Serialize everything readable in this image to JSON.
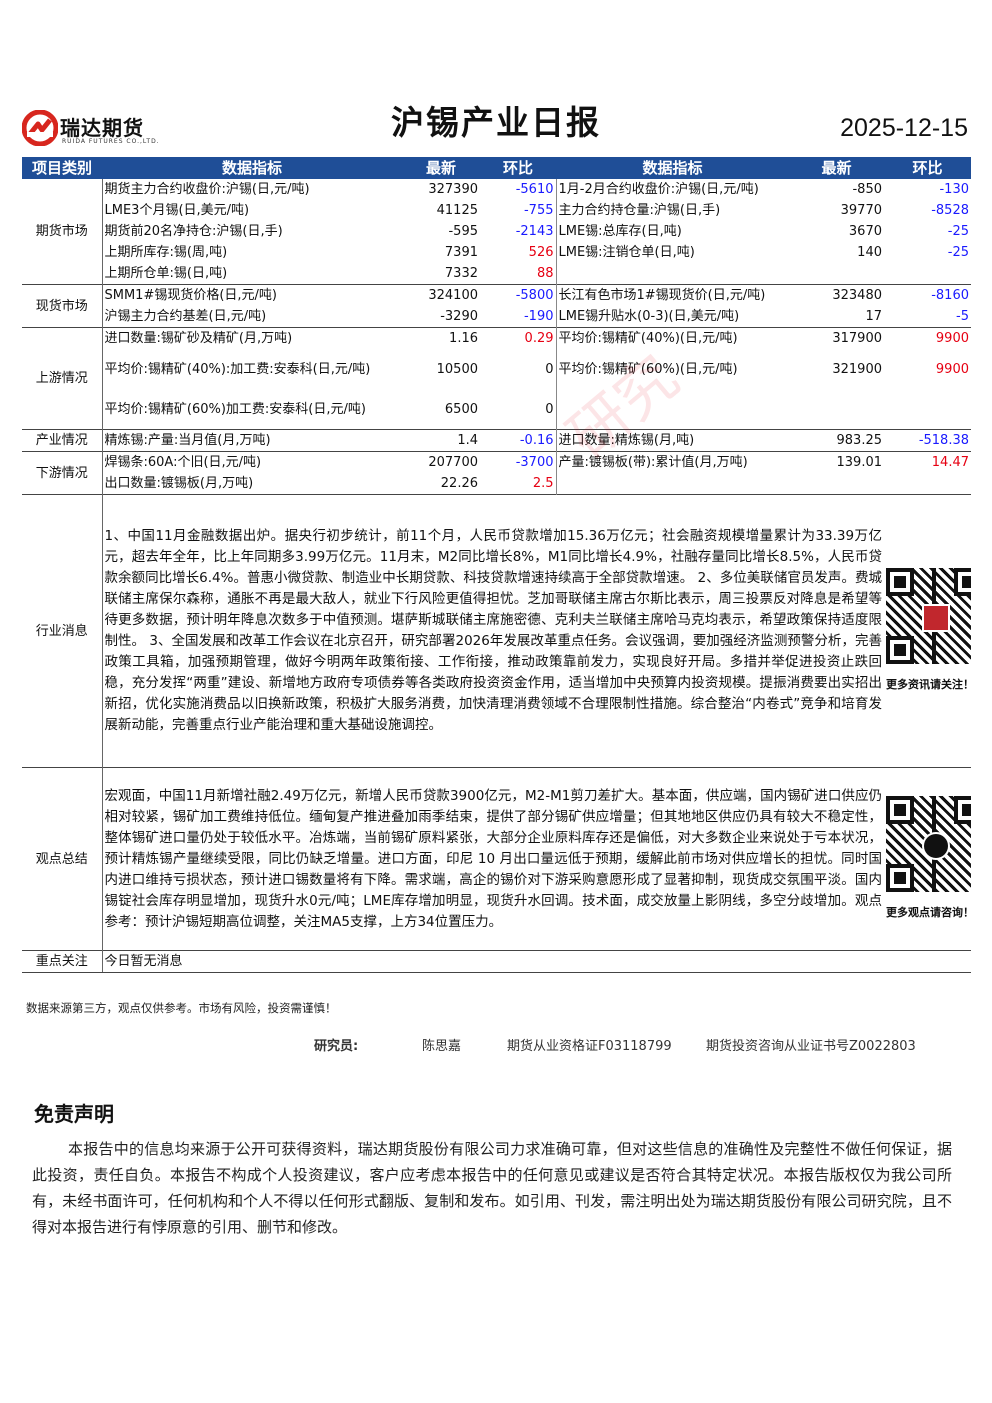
{
  "header": {
    "company_cn": "瑞达期货",
    "company_en": "RUIDA FUTURES CO.,LTD.",
    "title": "沪锡产业日报",
    "date": "2025-12-15"
  },
  "colors": {
    "header_bg": "#1f4e97",
    "positive": "#e60012",
    "negative": "#1a1aff",
    "logo_red": "#d7261e"
  },
  "table": {
    "headers": {
      "category": "项目类别",
      "indicator": "数据指标",
      "latest": "最新",
      "change": "环比"
    },
    "futures": {
      "category": "期货市场",
      "rows": [
        {
          "l_ind": "期货主力合约收盘价:沪锡(日,元/吨)",
          "l_val": "327390",
          "l_chg": "-5610",
          "r_ind": "1月-2月合约收盘价:沪锡(日,元/吨)",
          "r_val": "-850",
          "r_chg": "-130"
        },
        {
          "l_ind": "LME3个月锡(日,美元/吨)",
          "l_val": "41125",
          "l_chg": "-755",
          "r_ind": "主力合约持仓量:沪锡(日,手)",
          "r_val": "39770",
          "r_chg": "-8528"
        },
        {
          "l_ind": "期货前20名净持仓:沪锡(日,手)",
          "l_val": "-595",
          "l_chg": "-2143",
          "r_ind": "LME锡:总库存(日,吨)",
          "r_val": "3670",
          "r_chg": "-25"
        },
        {
          "l_ind": "上期所库存:锡(周,吨)",
          "l_val": "7391",
          "l_chg": "526",
          "r_ind": "LME锡:注销仓单(日,吨)",
          "r_val": "140",
          "r_chg": "-25"
        },
        {
          "l_ind": "上期所仓单:锡(日,吨)",
          "l_val": "7332",
          "l_chg": "88",
          "r_ind": "",
          "r_val": "",
          "r_chg": ""
        }
      ]
    },
    "spot": {
      "category": "现货市场",
      "rows": [
        {
          "l_ind": "SMM1#锡现货价格(日,元/吨)",
          "l_val": "324100",
          "l_chg": "-5800",
          "r_ind": "长江有色市场1#锡现货价(日,元/吨)",
          "r_val": "323480",
          "r_chg": "-8160"
        },
        {
          "l_ind": "沪锡主力合约基差(日,元/吨)",
          "l_val": "-3290",
          "l_chg": "-190",
          "r_ind": "LME锡升贴水(0-3)(日,美元/吨)",
          "r_val": "17",
          "r_chg": "-5"
        }
      ]
    },
    "upstream": {
      "category": "上游情况",
      "rows": [
        {
          "l_ind": "进口数量:锡矿砂及精矿(月,万吨)",
          "l_val": "1.16",
          "l_chg": "0.29",
          "r_ind": "平均价:锡精矿(40%)(日,元/吨)",
          "r_val": "317900",
          "r_chg": "9900"
        },
        {
          "l_ind": "平均价:锡精矿(40%):加工费:安泰科(日,元/吨)",
          "l_val": "10500",
          "l_chg": "0",
          "r_ind": "平均价:锡精矿(60%)(日,元/吨)",
          "r_val": "321900",
          "r_chg": "9900"
        },
        {
          "l_ind": "平均价:锡精矿(60%)加工费:安泰科(日,元/吨)",
          "l_val": "6500",
          "l_chg": "0",
          "r_ind": "",
          "r_val": "",
          "r_chg": ""
        }
      ]
    },
    "industry": {
      "category": "产业情况",
      "rows": [
        {
          "l_ind": "精炼锡:产量:当月值(月,万吨)",
          "l_val": "1.4",
          "l_chg": "-0.16",
          "r_ind": "进口数量:精炼锡(月,吨)",
          "r_val": "983.25",
          "r_chg": "-518.38"
        }
      ]
    },
    "downstream": {
      "category": "下游情况",
      "rows": [
        {
          "l_ind": "焊锡条:60A:个旧(日,元/吨)",
          "l_val": "207700",
          "l_chg": "-3700",
          "r_ind": "产量:镀锡板(带):累计值(月,万吨)",
          "r_val": "139.01",
          "r_chg": "14.47"
        },
        {
          "l_ind": "出口数量:镀锡板(月,万吨)",
          "l_val": "22.26",
          "l_chg": "2.5",
          "r_ind": "",
          "r_val": "",
          "r_chg": ""
        }
      ]
    },
    "news": {
      "category": "行业消息",
      "text": "1、中国11月金融数据出炉。据央行初步统计，前11个月，人民币贷款增加15.36万亿元；社会融资规模增量累计为33.39万亿元，超去年全年，比上年同期多3.99万亿元。11月末，M2同比增长8%，M1同比增长4.9%，社融存量同比增长8.5%，人民币贷款余额同比增长6.4%。普惠小微贷款、制造业中长期贷款、科技贷款增速持续高于全部贷款增速。 2、多位美联储官员发声。费城联储主席保尔森称，通胀不再是最大敌人，就业下行风险更值得担忧。芝加哥联储主席古尔斯比表示，周三投票反对降息是希望等待更多数据，预计明年降息次数多于中值预测。堪萨斯城联储主席施密德、克利夫兰联储主席哈马克均表示，希望政策保持适度限制性。 3、全国发展和改革工作会议在北京召开，研究部署2026年发展改革重点任务。会议强调，要加强经济监测预警分析，完善政策工具箱，加强预期管理，做好今明两年政策衔接、工作衔接，推动政策靠前发力，实现良好开局。多措并举促进投资止跌回稳，充分发挥“两重”建设、新增地方政府专项债券等各类政府投资资金作用，适当增加中央预算内投资规模。提振消费要出实招出新招，优化实施消费品以旧换新政策，积极扩大服务消费，加快清理消费领域不合理限制性措施。综合整治“内卷式”竞争和培育发展新动能，完善重点行业产能治理和重大基础设施调控。",
      "qr_caption": "更多资讯请关注！"
    },
    "view": {
      "category": "观点总结",
      "text": "宏观面，中国11月新增社融2.49万亿元，新增人民币贷款3900亿元，M2-M1剪刀差扩大。基本面，供应端，国内锡矿进口供应仍相对较紧，锡矿加工费维持低位。缅甸复产推进叠加雨季结束，提供了部分锡矿供应增量；但其地地区供应仍具有较大不稳定性，整体锡矿进口量仍处于较低水平。冶炼端，当前锡矿原料紧张，大部分企业原料库存还是偏低，对大多数企业来说处于亏本状况，预计精炼锡产量继续受限，同比仍缺乏增量。进口方面，印尼 10 月出口量远低于预期，缓解此前市场对供应增长的担忧。同时国内进口维持亏损状态，预计进口锡数量将有下降。需求端，高企的锡价对下游采购意愿形成了显著抑制，现货成交氛围平淡。国内锡锭社会库存明显增加，现货升水0元/吨；LME库存增加明显，现货升水回调。技术面，成交放量上影阴线，多空分歧增加。观点参考：预计沪锡短期高位调整，关注MA5支撑，上方34位置压力。",
      "qr_caption": "更多观点请咨询！"
    },
    "focus": {
      "category": "重点关注",
      "text": "今日暂无消息"
    }
  },
  "footer": {
    "note": "数据来源第三方，观点仅供参考。市场有风险，投资需谨慎！",
    "researcher_label": "研究员:",
    "researcher_name": "陈思嘉",
    "cert1": "期货从业资格证F03118799",
    "cert2": "期货投资咨询从业证书号Z0022803"
  },
  "disclaimer": {
    "title": "免责声明",
    "text": "本报告中的信息均来源于公开可获得资料，瑞达期货股份有限公司力求准确可靠，但对这些信息的准确性及完整性不做任何保证，据此投资，责任自负。本报告不构成个人投资建议，客户应考虑本报告中的任何意见或建议是否符合其特定状况。本报告版权仅为我公司所有，未经书面许可，任何机构和个人不得以任何形式翻版、复制和发布。如引用、刊发，需注明出处为瑞达期货股份有限公司研究院，且不得对本报告进行有悖原意的引用、删节和修改。"
  }
}
